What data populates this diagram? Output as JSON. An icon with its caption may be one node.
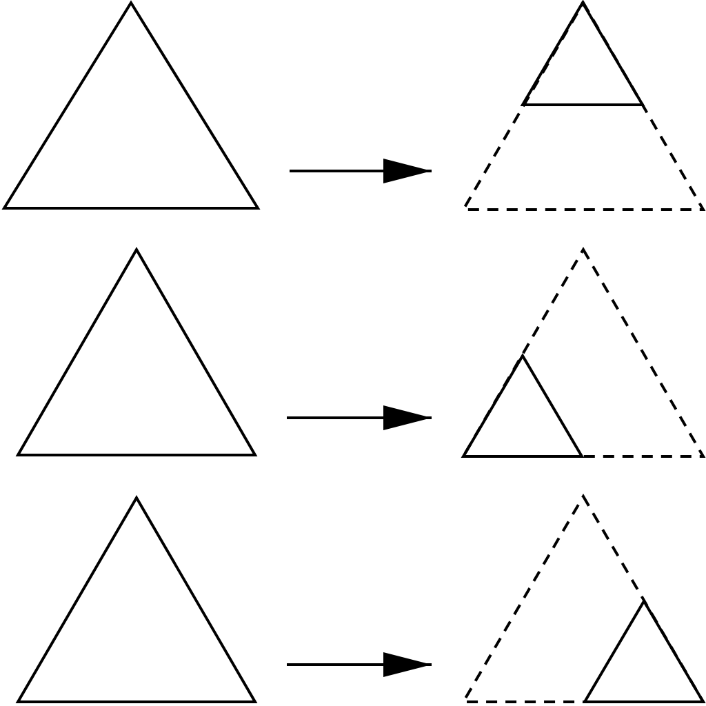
{
  "diagram": {
    "nodes": [
      {
        "text": [],
        "shape": "triangle"
      },
      {
        "text": [],
        "shape": "triangle"
      },
      {
        "text": [],
        "shape": "triangle",
        "in": 1
      },
      {
        "text": [],
        "shape": "triangle"
      },
      {
        "text": [],
        "shape": "triangle"
      },
      {
        "text": [],
        "shape": "triangle",
        "in": 4
      },
      {
        "text": [],
        "shape": "triangle"
      },
      {
        "text": [],
        "shape": "triangle"
      },
      {
        "text": [],
        "shape": "triangle",
        "in": 7
      }
    ],
    "edges": [
      {
        "from": 0,
        "to": 1,
        "arrow": "to"
      },
      {
        "from": 3,
        "to": 4,
        "arrow": "to"
      },
      {
        "from": 6,
        "to": 7,
        "arrow": "to"
      }
    ]
  }
}
